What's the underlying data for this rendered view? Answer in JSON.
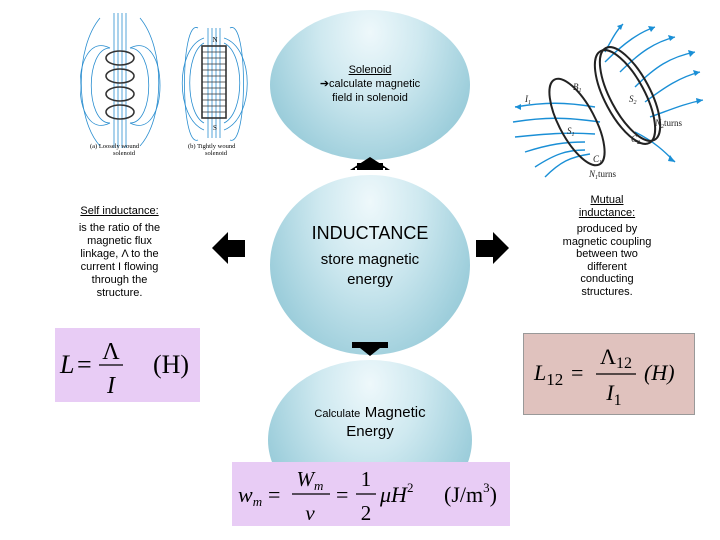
{
  "solenoid": {
    "title": "Solenoid",
    "line1": "calculate magnetic",
    "line2": "field in solenoid",
    "caption_a1": "(a)  Loosely wound",
    "caption_a2": "solenoid",
    "caption_b1": "(b)  Tightly wound",
    "caption_b2": "solenoid"
  },
  "center": {
    "title": "INDUCTANCE",
    "line1": "store magnetic",
    "line2": "energy"
  },
  "self": {
    "title": "Self inductance:",
    "l1": "is the ratio of the",
    "l2": "magnetic flux",
    "l3": "linkage, Λ to the",
    "l4": "current I flowing",
    "l5": "through the",
    "l6": "structure."
  },
  "mutual": {
    "title1": "Mutual",
    "title2": "inductance:",
    "l1": "produced by",
    "l2": "magnetic coupling",
    "l3": "between two",
    "l4": "different",
    "l5": "conducting",
    "l6": "structures."
  },
  "energy": {
    "small": "Calculate",
    "big": "Magnetic",
    "line2": "Energy"
  },
  "formulas": {
    "self": {
      "lhs": "L",
      "num": "Λ",
      "den": "I",
      "unit": "(H)"
    },
    "mutual": {
      "lhs": "L",
      "sub": "12",
      "num": "Λ",
      "numsub": "12",
      "den": "I",
      "densub": "1",
      "unit": "(H)"
    },
    "energy": {
      "lhs": "w",
      "lhssub": "m",
      "n1": "W",
      "n1sub": "m",
      "d1": "v",
      "n2": "1",
      "d2": "2",
      "rest": "μH",
      "exp": "2",
      "unit": "(J/m",
      "unitexp": "3",
      "unitclose": ")"
    }
  },
  "coil_labels": {
    "B1": "B",
    "B1sub": "1",
    "I1": "I",
    "I1sub": "1",
    "S1": "S",
    "S1sub": "1",
    "S2": "S",
    "S2sub": "2",
    "C1": "C",
    "C1sub": "1",
    "C2": "C",
    "C2sub": "2",
    "N2": "N",
    "N2sub": "2",
    "N2txt": "turns",
    "N1": "N",
    "N1sub": "1",
    "N1txt": "turns"
  },
  "colors": {
    "ellipse": "#9fcfdc",
    "formula_purple": "#e8ccf5",
    "formula_pink": "#e0c2be",
    "arrow": "#000000",
    "field_line": "#1a8fd6"
  }
}
